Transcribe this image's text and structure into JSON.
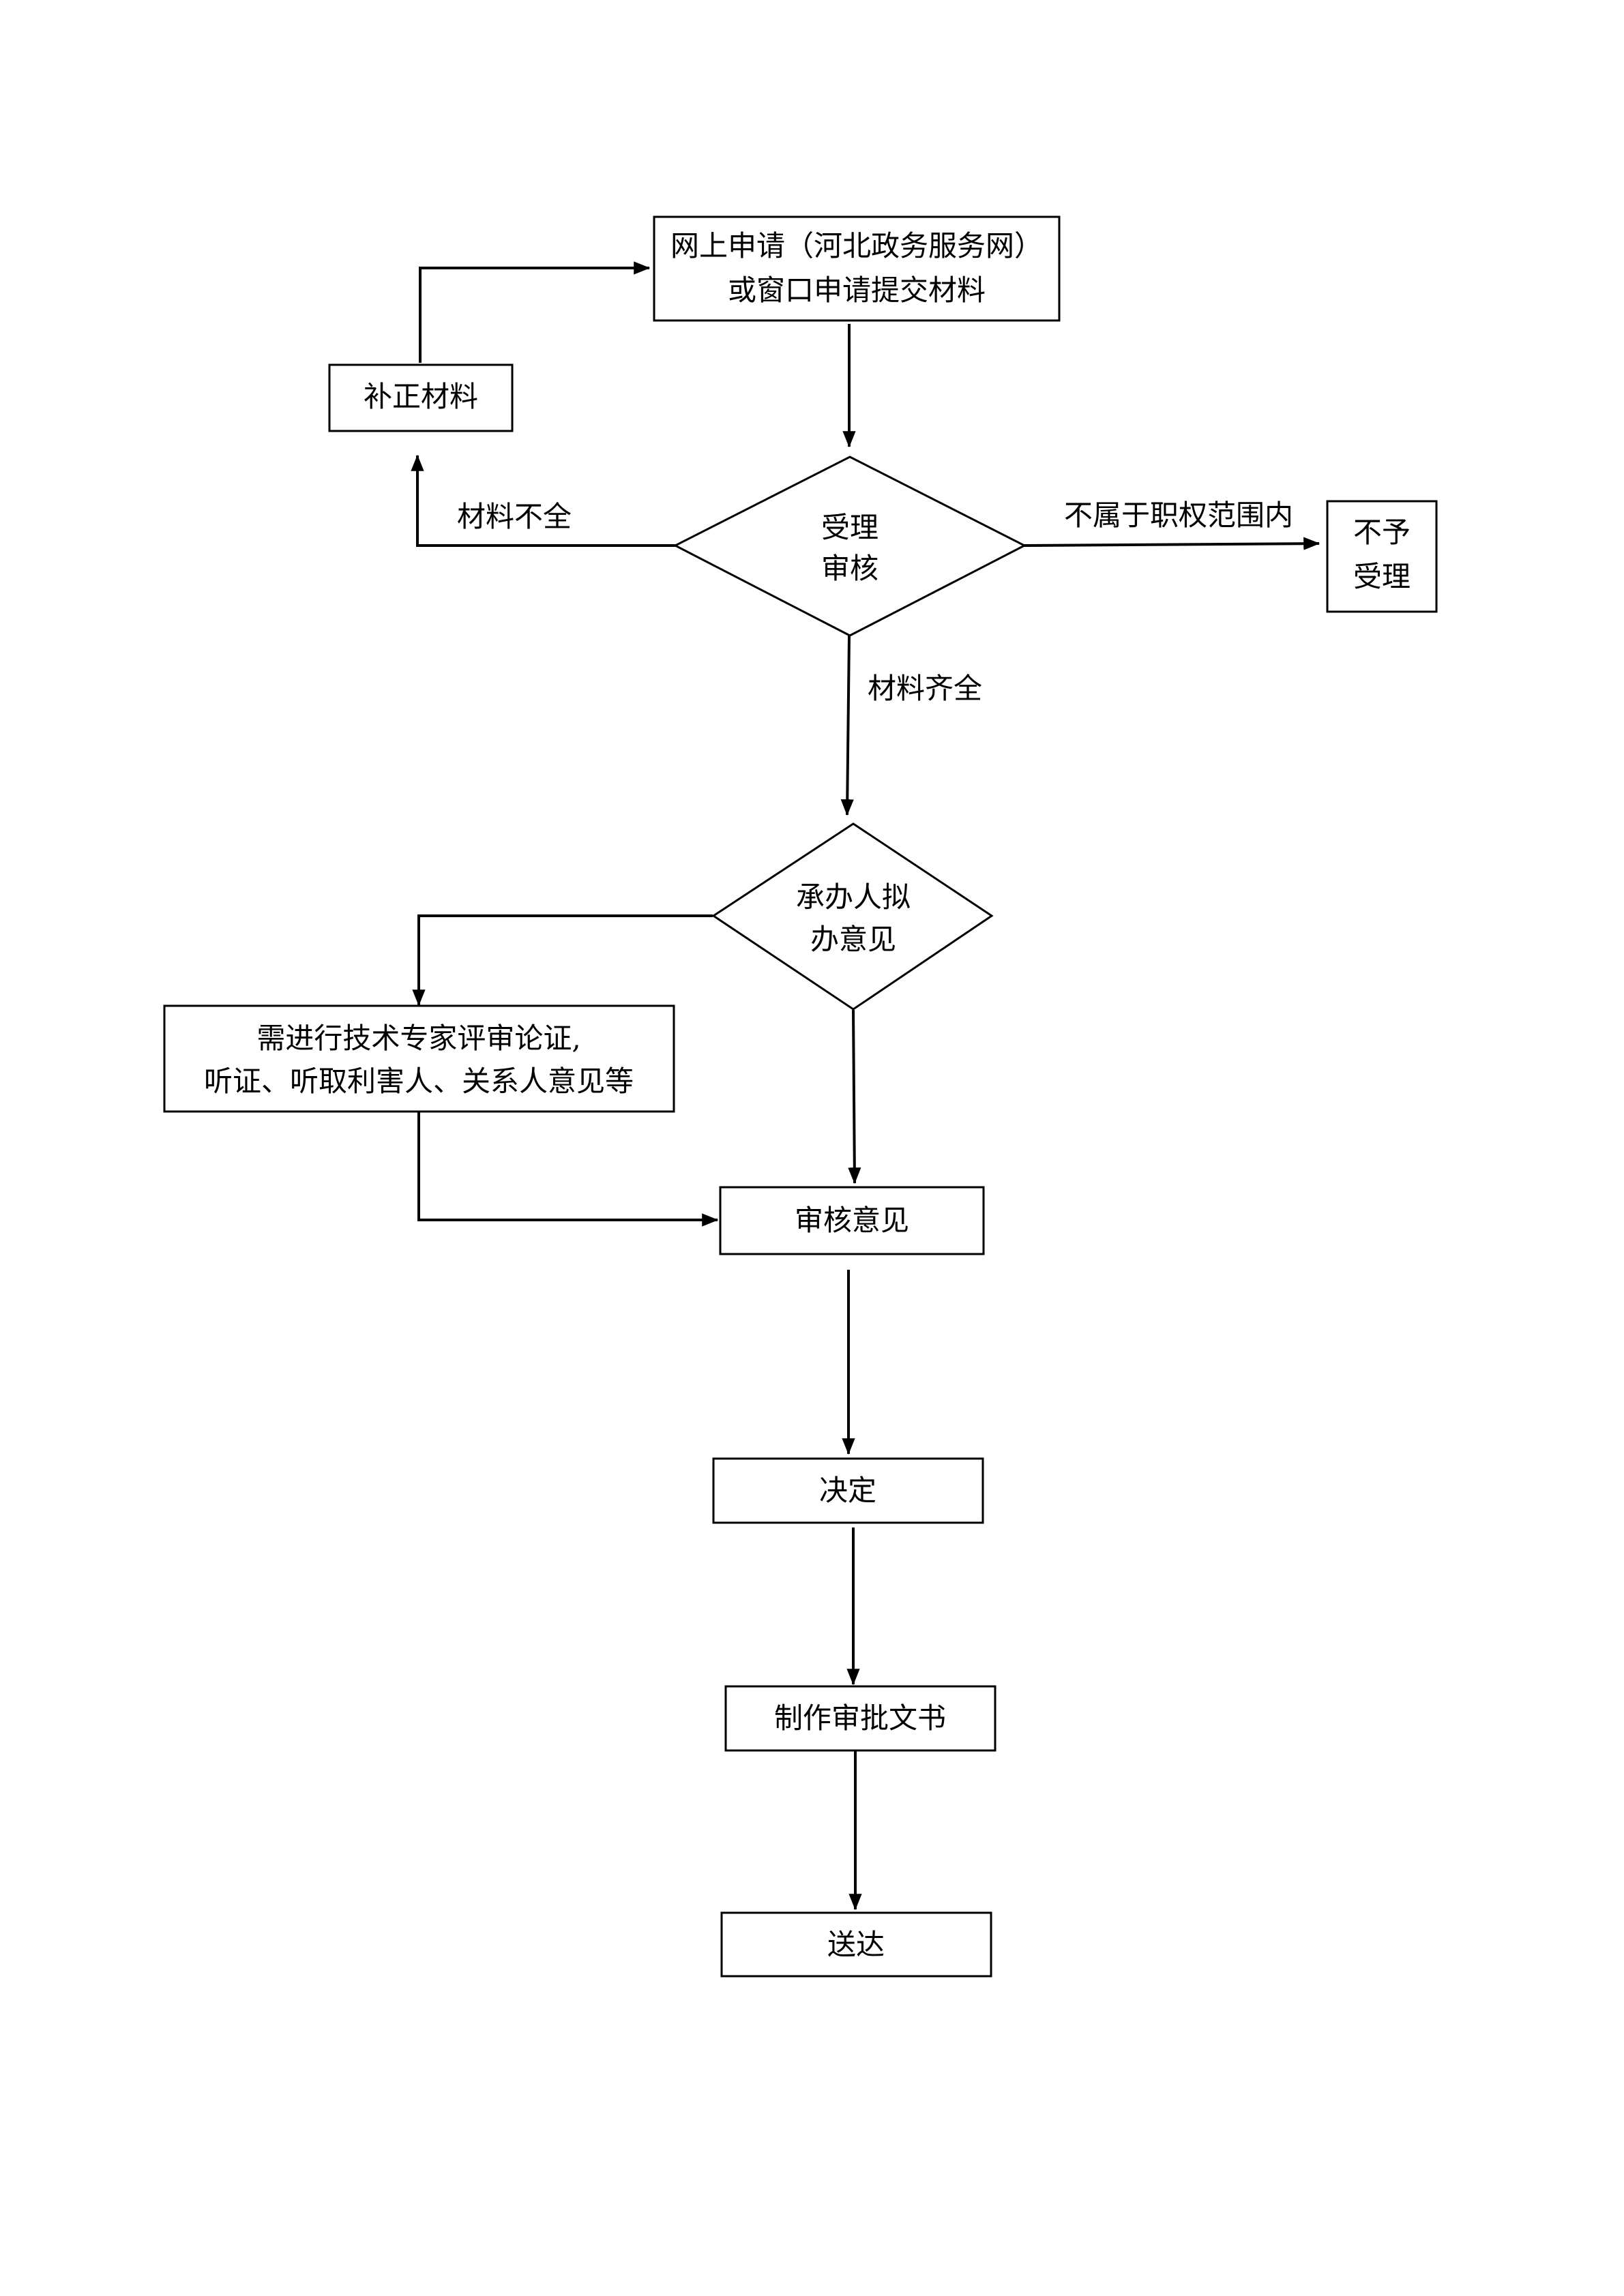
{
  "nodes": {
    "apply": {
      "line1": "网上申请（河北政务服务网）",
      "line2": "或窗口申请提交材料"
    },
    "supplement": {
      "label": "补正材料"
    },
    "review": {
      "line1": "受理",
      "line2": "审核"
    },
    "reject": {
      "line1": "不予",
      "line2": "受理"
    },
    "draft": {
      "line1": "承办人拟",
      "line2": "办意见"
    },
    "expert": {
      "line1": "需进行技术专家评审论证,",
      "line2": "听证、听取利害人、关系人意见等"
    },
    "opinion": {
      "label": "审核意见"
    },
    "decision": {
      "label": "决定"
    },
    "document": {
      "label": "制作审批文书"
    },
    "deliver": {
      "label": "送达"
    }
  },
  "edges": {
    "incomplete": "材料不全",
    "out_of_scope": "不属于职权范围内",
    "complete": "材料齐全"
  }
}
